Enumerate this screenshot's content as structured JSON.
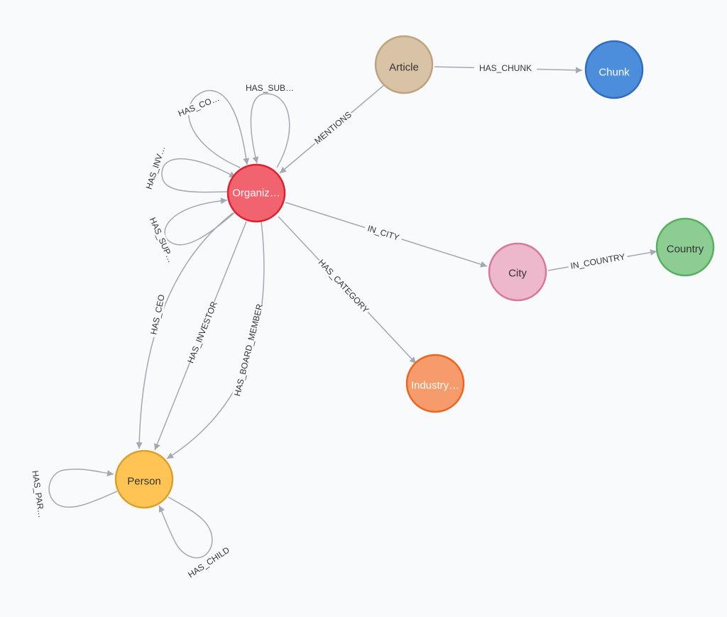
{
  "nodes": [
    {
      "id": "article",
      "label": "Article",
      "fill": "#d8c3a6",
      "stroke": "#bfa37f",
      "text_color": "#333333"
    },
    {
      "id": "chunk",
      "label": "Chunk",
      "fill": "#4c8edb",
      "stroke": "#2f6ec2",
      "text_color": "#ffffff"
    },
    {
      "id": "organization",
      "label": "Organiz…",
      "fill": "#f1636e",
      "stroke": "#e0202f",
      "text_color": "#ffffff"
    },
    {
      "id": "city",
      "label": "City",
      "fill": "#edb7cc",
      "stroke": "#d9779f",
      "text_color": "#333333"
    },
    {
      "id": "country",
      "label": "Country",
      "fill": "#8dcc93",
      "stroke": "#55b15f",
      "text_color": "#333333"
    },
    {
      "id": "industry",
      "label": "Industry…",
      "fill": "#f69b6c",
      "stroke": "#ee6520",
      "text_color": "#ffffff"
    },
    {
      "id": "person",
      "label": "Person",
      "fill": "#ffc454",
      "stroke": "#d9a22f",
      "text_color": "#333333"
    }
  ],
  "edges": [
    {
      "id": "has_chunk",
      "label": "HAS_CHUNK",
      "from": "article",
      "to": "chunk"
    },
    {
      "id": "mentions",
      "label": "MENTIONS",
      "from": "article",
      "to": "organization"
    },
    {
      "id": "in_city",
      "label": "IN_CITY",
      "from": "organization",
      "to": "city"
    },
    {
      "id": "in_country",
      "label": "IN_COUNTRY",
      "from": "city",
      "to": "country"
    },
    {
      "id": "has_category",
      "label": "HAS_CATEGORY",
      "from": "organization",
      "to": "industry"
    },
    {
      "id": "has_ceo",
      "label": "HAS_CEO",
      "from": "organization",
      "to": "person"
    },
    {
      "id": "has_investor",
      "label": "HAS_INVESTOR",
      "from": "organization",
      "to": "person"
    },
    {
      "id": "has_board_member",
      "label": "HAS_BOARD_MEMBER",
      "from": "organization",
      "to": "person"
    },
    {
      "id": "has_co",
      "label": "HAS_CO…",
      "from": "organization",
      "to": "organization"
    },
    {
      "id": "has_sub",
      "label": "HAS_SUB…",
      "from": "organization",
      "to": "organization"
    },
    {
      "id": "has_inv",
      "label": "HAS_INV…",
      "from": "organization",
      "to": "organization"
    },
    {
      "id": "has_sup",
      "label": "HAS_SUP…",
      "from": "organization",
      "to": "organization"
    },
    {
      "id": "has_par",
      "label": "HAS_PAR…",
      "from": "person",
      "to": "person"
    },
    {
      "id": "has_child",
      "label": "HAS_CHILD",
      "from": "person",
      "to": "person"
    }
  ]
}
